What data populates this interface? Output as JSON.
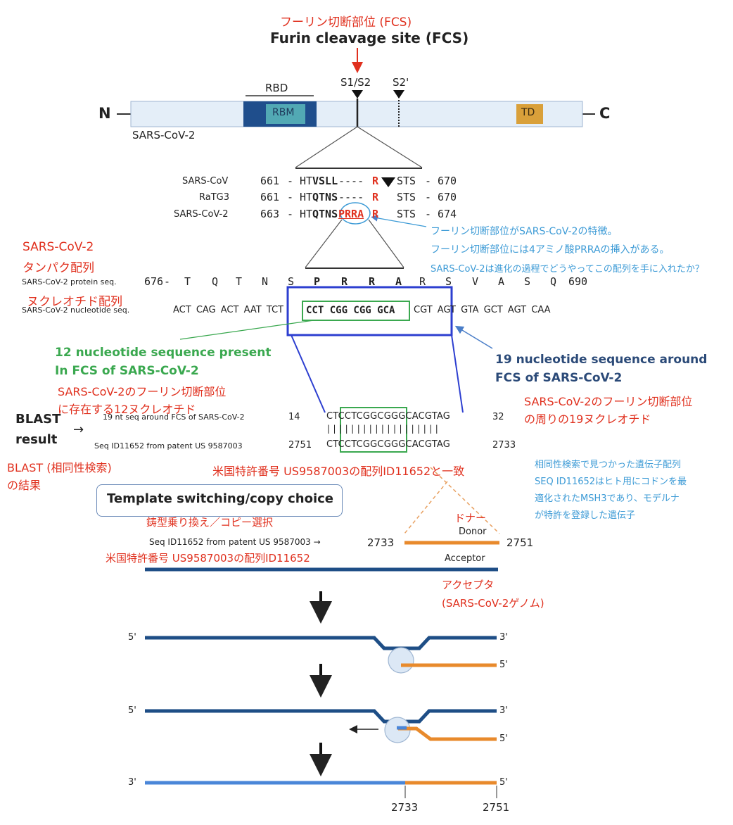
{
  "title": {
    "jp": "フーリン切断部位 (FCS)",
    "en": "Furin cleavage site (FCS)"
  },
  "protein_map": {
    "n_label": "N",
    "c_label": "C",
    "virus": "SARS-CoV-2",
    "rbd": "RBD",
    "rbm": "RBM",
    "td": "TD",
    "s1s2": "S1/S2",
    "s2prime": "S2'"
  },
  "alignment": [
    {
      "name": "SARS-CoV",
      "start": "661",
      "dash1": "-",
      "seq_plain": "HT",
      "seq_bold": "VSLL",
      "gap": "----",
      "r": "R",
      "tail": "STS",
      "dash2": "-",
      "end": "670"
    },
    {
      "name": "RaTG3",
      "start": "661",
      "dash1": "-",
      "seq_plain": "HT",
      "seq_bold": "QTNS",
      "gap": "----",
      "r": "R",
      "tail": "STS",
      "dash2": "-",
      "end": "670"
    },
    {
      "name": "SARS-CoV-2",
      "start": "663",
      "dash1": "-",
      "seq_plain": "HT",
      "seq_bold": "QTNS",
      "insert": "PRRA",
      "r": "R",
      "tail": "STS",
      "dash2": "-",
      "end": "674"
    }
  ],
  "notes": {
    "fcs_feature": [
      "フーリン切断部位がSARS-CoV-2の特徴。",
      "フーリン切断部位には4アミノ酸PRRAの挿入がある。",
      "SARS-CoV-2は進化の過程でどうやってこの配列を手に入れたか？"
    ],
    "protein_seq_jp": [
      "SARS-CoV-2",
      "タンパク配列"
    ],
    "nucleotide_seq_jp": "ヌクレオチド配列"
  },
  "protein_seq": {
    "label": "SARS-CoV-2 protein seq.",
    "start": "676",
    "dash": "-",
    "residues": [
      "T",
      "Q",
      "T",
      "N",
      "S",
      "P",
      "R",
      "R",
      "A",
      "R",
      "S",
      "V",
      "A",
      "S",
      "Q"
    ],
    "end": "690"
  },
  "nucleotide_seq": {
    "label": "SARS-CoV-2 nucleotide seq.",
    "before": "ACT CAG ACT AAT TCT",
    "boxed": "CCT CGG CGG GCA",
    "after": "CGT AGT GTA GCT AGT CAA"
  },
  "twelve_nt": {
    "en": [
      "12 nucleotide sequence present",
      "In FCS of SARS-CoV-2"
    ],
    "jp": [
      "SARS-CoV-2のフーリン切断部位",
      "に存在する12ヌクレオチド"
    ]
  },
  "nineteen_nt": {
    "en": [
      "19 nucleotide sequence around",
      "FCS of SARS-CoV-2"
    ],
    "jp": [
      "SARS-CoV-2のフーリン切断部位",
      "の周りの19ヌクレオチド"
    ]
  },
  "blast": {
    "title": [
      "BLAST",
      "result"
    ],
    "arrow": "→",
    "query_label": "19 nt seq around FCS of SARS-CoV-2",
    "query_start": "14",
    "query_seq": "CTCCTCGGCGGGCACGTAG",
    "query_end": "32",
    "match_bars": "|||||||||||||||||||",
    "subject_label": "Seq ID11652 from patent US 9587003",
    "subject_start": "2751",
    "subject_seq": "CTCCTCGGCGGGCACGTAG",
    "subject_end": "2733",
    "jp_result": [
      "BLAST (相同性検索)",
      "の結果"
    ],
    "jp_match": "米国特許番号 US9587003の配列ID11652と一致",
    "jp_gene_note": [
      "相同性検索で見つかった遺伝子配列",
      "SEQ ID11652はヒト用にコドンを最",
      "適化されたMSH3であり、モデルナ",
      "が特許を登録した遺伝子"
    ]
  },
  "template": {
    "box_label": "Template switching/copy choice",
    "jp_label": "鋳型乗り換え／コピー選択",
    "donor_jp": "ドナー",
    "donor": "Donor",
    "seq_label": "Seq ID11652 from patent  US 9587003 →",
    "seq_jp": "米国特許番号 US9587003の配列ID11652",
    "donor_start": "2733",
    "donor_end": "2751",
    "acceptor": "Acceptor",
    "acceptor_jp": [
      "アクセプタ",
      "(SARS-CoV-2ゲノム)"
    ],
    "five_prime": "5'",
    "three_prime": "3'",
    "pos_2733": "2733",
    "pos_2751": "2751"
  },
  "colors": {
    "red": "#e0301e",
    "blue_note": "#3d9bd6",
    "green": "#3aa84f",
    "navy": "#2b4a78",
    "strand_dark": "#1e4e86",
    "strand_light": "#4a86d8",
    "donor": "#e88a2c",
    "rbd_dark": "#1f4e8c",
    "rbm": "#52a9b4",
    "td": "#d9a03a",
    "protein_bar": "#e4eef8"
  }
}
